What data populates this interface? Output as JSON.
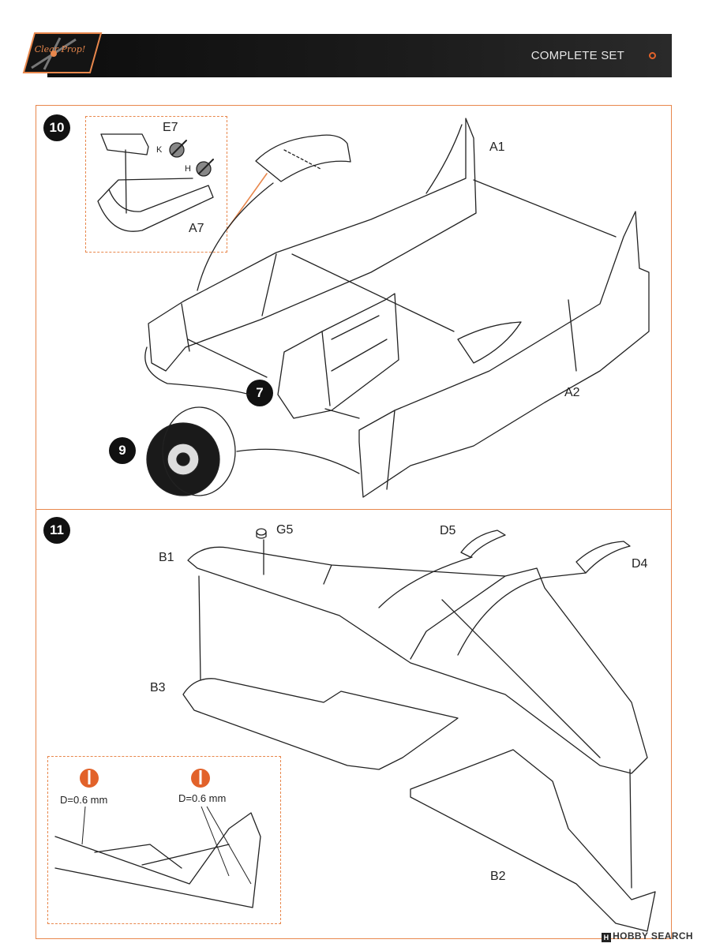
{
  "header": {
    "logo_text": "Clear Prop!",
    "title": "COMPLETE SET",
    "accent_color": "#e8874c",
    "dot_color": "#e2622a"
  },
  "step10": {
    "number": "10",
    "labels": {
      "e7": "E7",
      "k": "K",
      "h": "H",
      "a7": "A7",
      "a1": "A1",
      "a2": "A2"
    },
    "sub_steps": [
      "7",
      "9"
    ]
  },
  "step11": {
    "number": "11",
    "labels": {
      "g5": "G5",
      "d5": "D5",
      "d4": "D4",
      "b1": "B1",
      "b3": "B3",
      "b2": "B2"
    },
    "drill_left": "D=0.6 mm",
    "drill_right": "D=0.6 mm"
  },
  "watermark": {
    "text": "HOBBY SEARCH"
  }
}
